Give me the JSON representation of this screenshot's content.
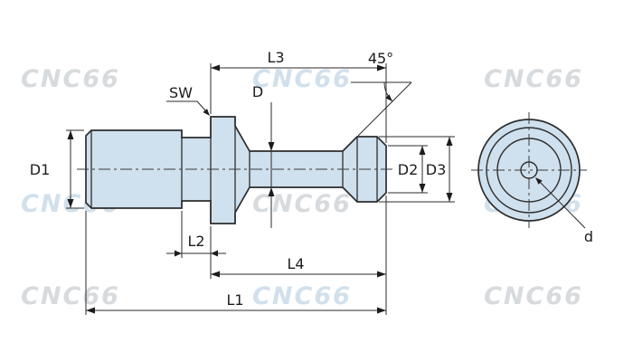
{
  "diagram": {
    "type": "technical-drawing",
    "subject": "pull stud retention knob, side view and end view",
    "labels": {
      "L1": "L1",
      "L2": "L2",
      "L3": "L3",
      "L4": "L4",
      "D": "D",
      "D1": "D1",
      "D2": "D2",
      "D3": "D3",
      "SW": "SW",
      "angle": "45°",
      "d": "d"
    },
    "watermark": {
      "text": "CNC66"
    },
    "colors": {
      "background": "#ffffff",
      "part_fill": "#cfe0ee",
      "outline": "#2d2d2d",
      "dimension_line": "#2b2b2b",
      "watermark_gray": "#d7dbde",
      "watermark_blue": "#d2e0ec"
    }
  }
}
